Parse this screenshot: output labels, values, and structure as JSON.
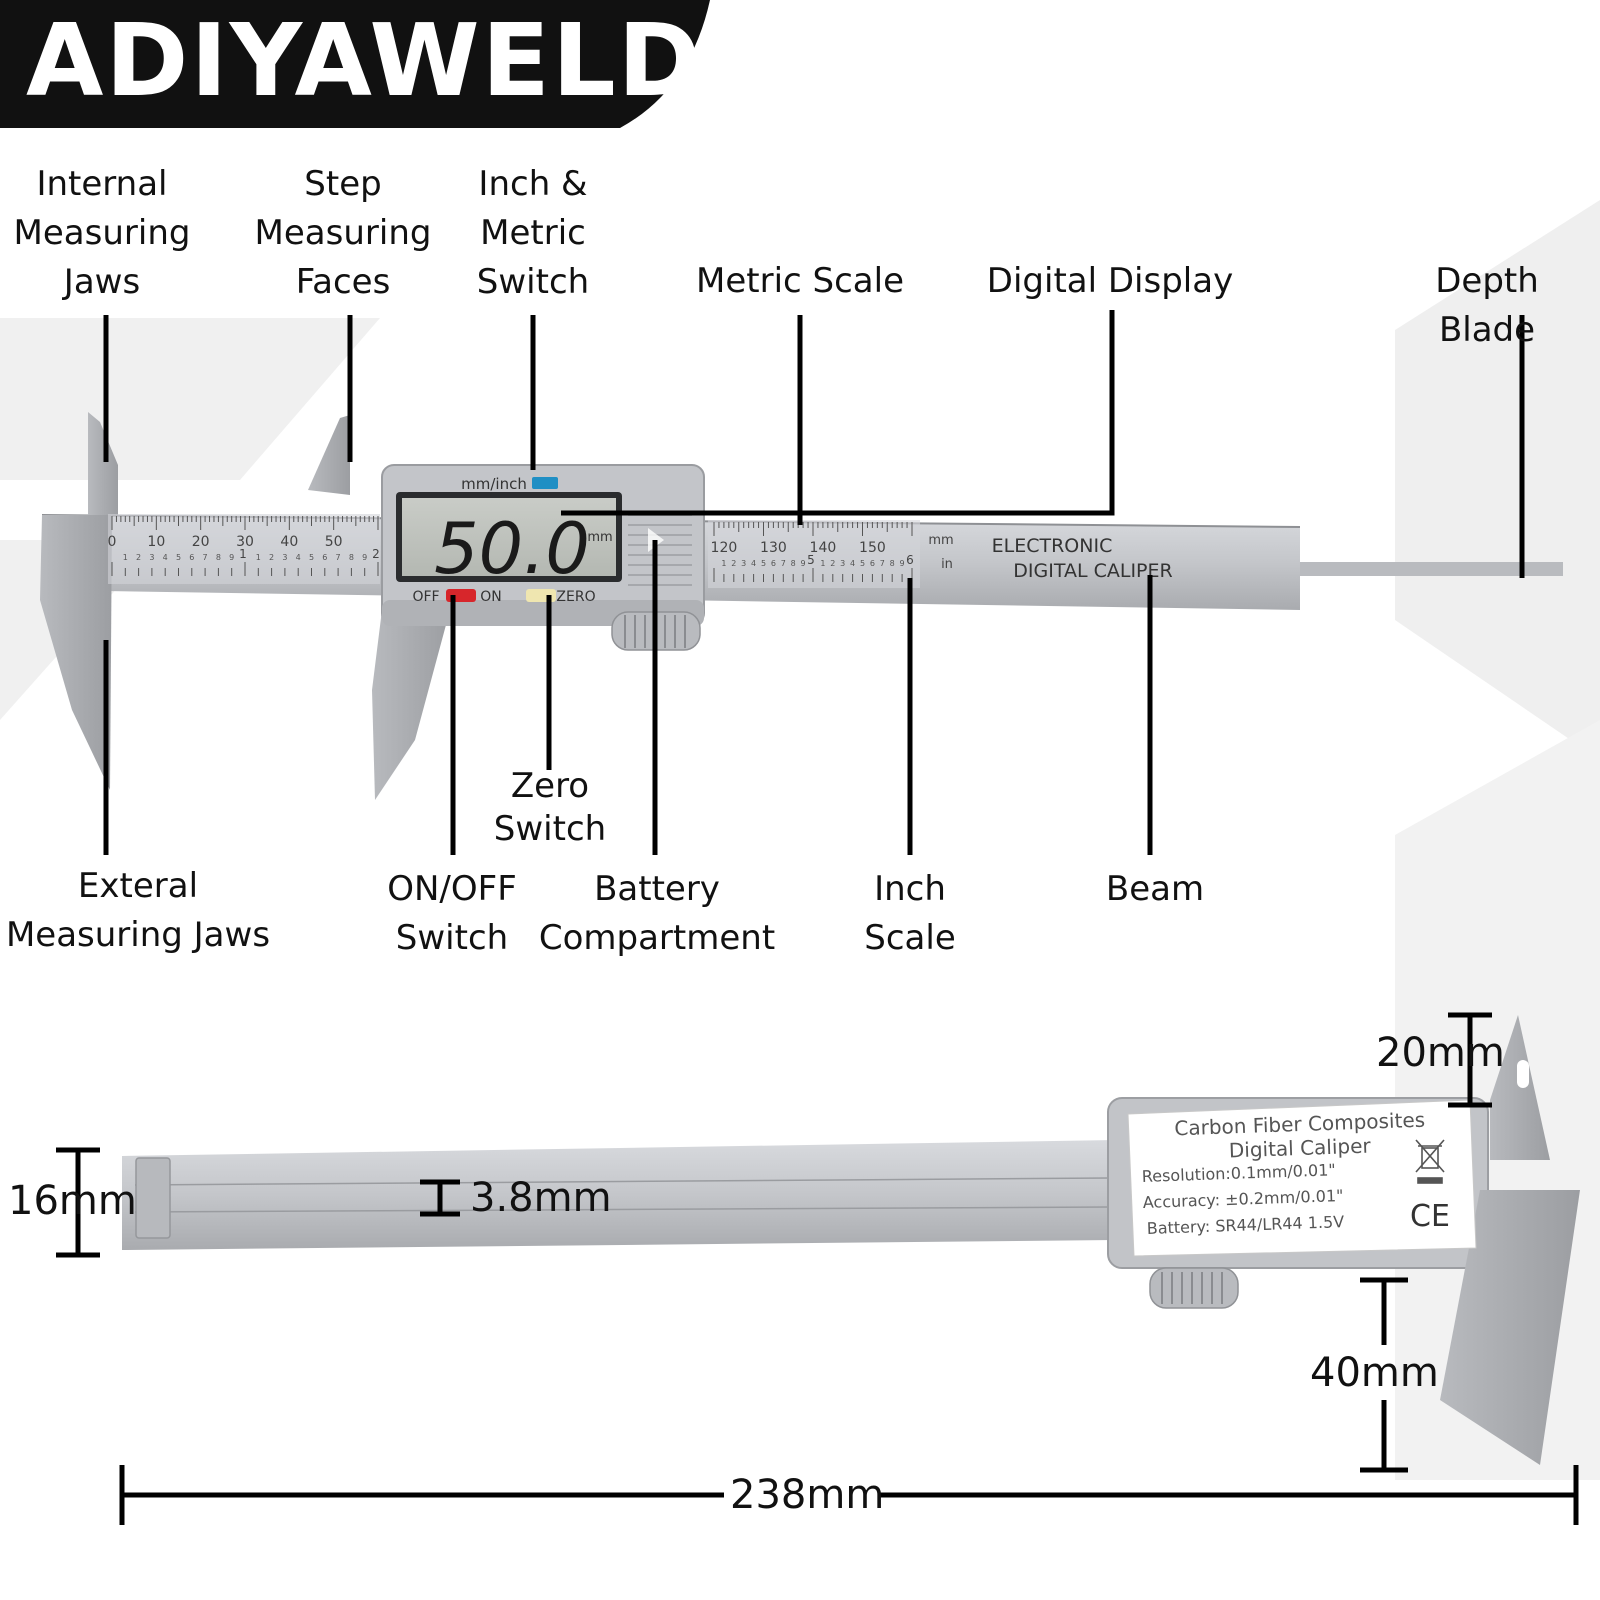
{
  "brand": "ADIYAWELD",
  "labels": {
    "internal_jaws": "Internal\nMeasuring\nJaws",
    "step_faces": "Step\nMeasuring\nFaces",
    "inch_metric_switch": "Inch &\nMetric\nSwitch",
    "metric_scale": "Metric Scale",
    "digital_display": "Digital Display",
    "depth_blade": "Depth Blade",
    "external_jaws": "Exteral\nMeasuring Jaws",
    "on_off_switch": "ON/OFF\nSwitch",
    "zero_switch": "Zero\nSwitch",
    "battery_compartment": "Battery\nCompartment",
    "inch_scale": "Inch\nScale",
    "beam": "Beam"
  },
  "caliper": {
    "display_value": "50.0",
    "display_unit": "mm",
    "mode_button": "mm/inch",
    "off_label": "OFF",
    "on_label": "ON",
    "zero_label": "ZERO",
    "scale_mm_label": "mm",
    "scale_in_label": "in",
    "print_line1": "ELECTRONIC",
    "print_line2": "DIGITAL CALIPER",
    "mm_ticks_left": [
      "0",
      "10",
      "20",
      "30",
      "40",
      "50"
    ],
    "mm_ticks_right": [
      "120",
      "130",
      "140",
      "150"
    ],
    "inch_majors_left": [
      "1",
      "2"
    ],
    "inch_majors_right": [
      "5",
      "6"
    ],
    "inch_minor_digits": "123456789"
  },
  "back_label": {
    "line1": "Carbon Fiber Composites",
    "line2": "Digital Caliper",
    "resolution": "Resolution:0.1mm/0.01\"",
    "accuracy": "Accuracy: ±0.2mm/0.01\"",
    "battery": "Battery: SR44/LR44 1.5V",
    "ce_mark": "CE"
  },
  "dimensions": {
    "depth": "20mm",
    "height": "16mm",
    "thickness": "3.8mm",
    "jaw_length": "40mm",
    "total_length": "238mm"
  }
}
